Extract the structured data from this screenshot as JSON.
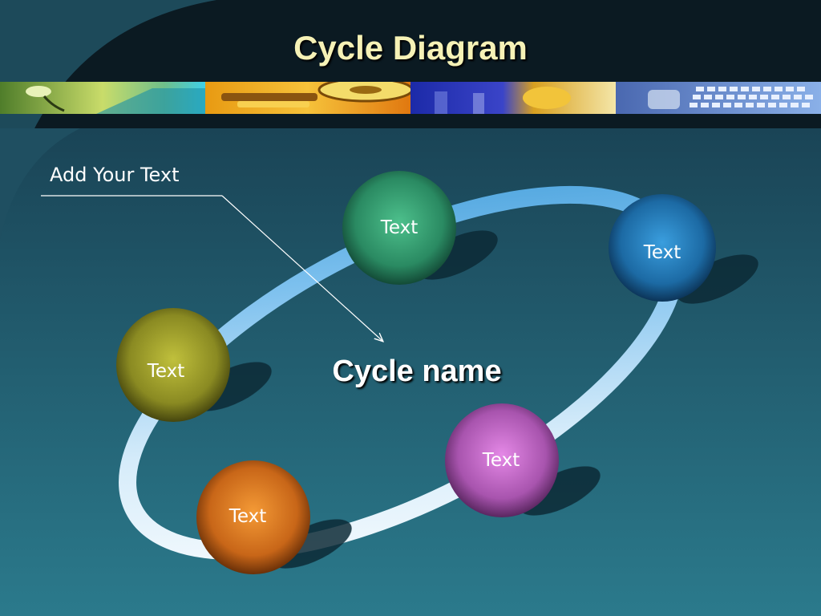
{
  "slide": {
    "title": "Cycle Diagram",
    "callout_text": "Add Your Text",
    "cycle_name": "Cycle name"
  },
  "nodes": [
    {
      "label": "Text",
      "color": "#2e9a6c"
    },
    {
      "label": "Text",
      "color": "#1d78b6"
    },
    {
      "label": "Text",
      "color": "#9a9a2a"
    },
    {
      "label": "Text",
      "color": "#c466c8"
    },
    {
      "label": "Text",
      "color": "#e07a22"
    }
  ],
  "colors": {
    "background": "#1c4e60",
    "title_text": "#f6f2b6",
    "ring_light": "#ffffff",
    "ring_blue": "#4aa4e0"
  },
  "header_images": [
    "plant-on-laptop-image",
    "hard-drive-image",
    "lab-glassware-image",
    "keyboard-image"
  ]
}
